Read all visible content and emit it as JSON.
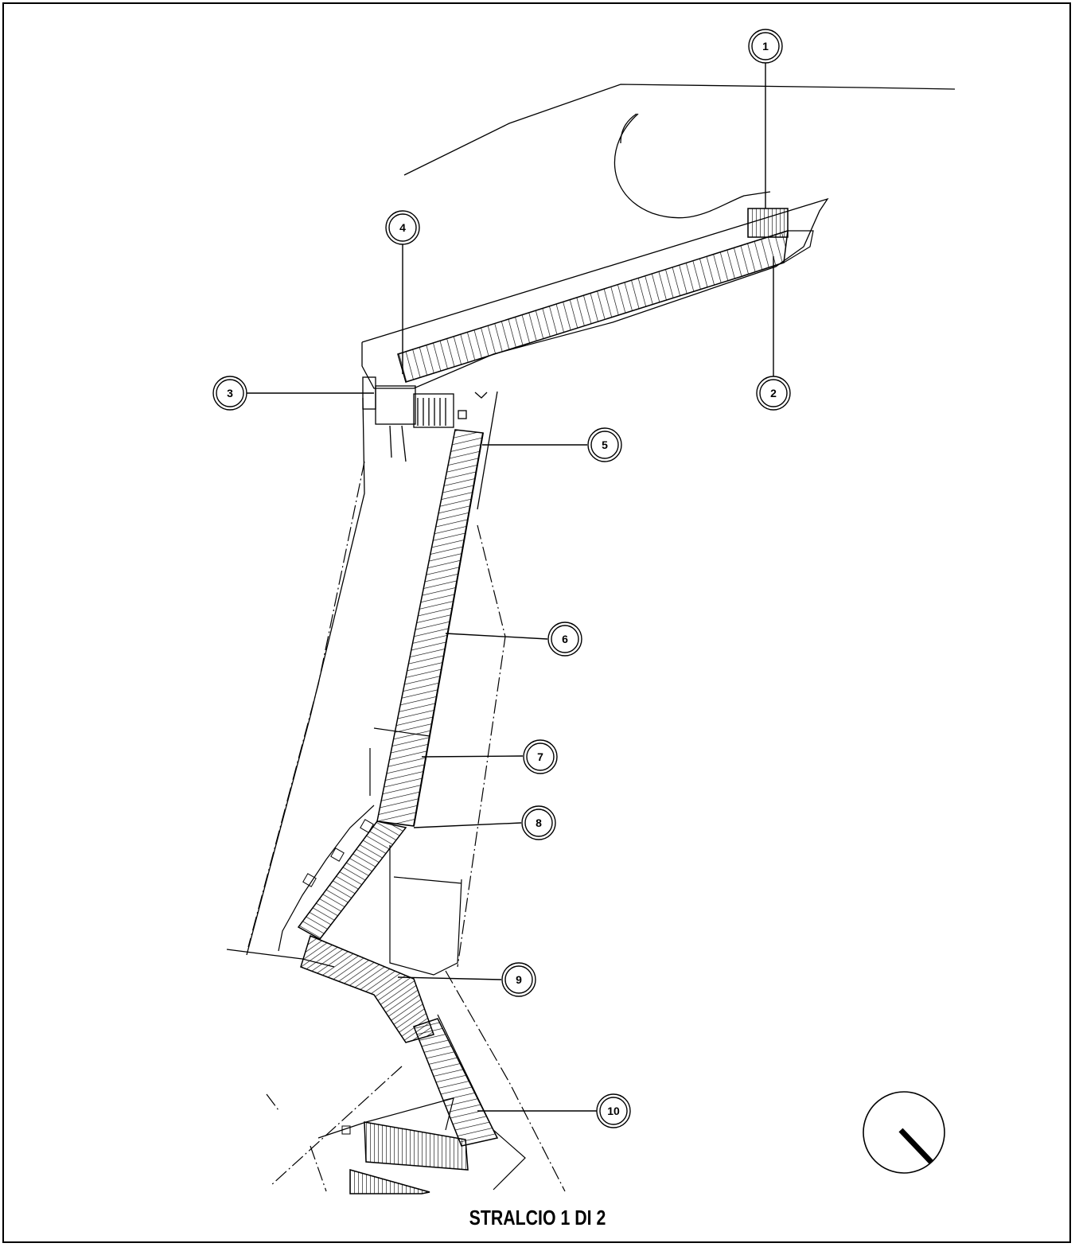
{
  "title": "STRALCIO 1 DI 2",
  "callouts": [
    {
      "label": "1"
    },
    {
      "label": "2"
    },
    {
      "label": "3"
    },
    {
      "label": "4"
    },
    {
      "label": "5"
    },
    {
      "label": "6"
    },
    {
      "label": "7"
    },
    {
      "label": "8"
    },
    {
      "label": "9"
    },
    {
      "label": "10"
    }
  ],
  "north_arrow": {
    "icon": "north-arrow-icon"
  },
  "colors": {
    "ink": "#000000",
    "paper": "#ffffff"
  }
}
